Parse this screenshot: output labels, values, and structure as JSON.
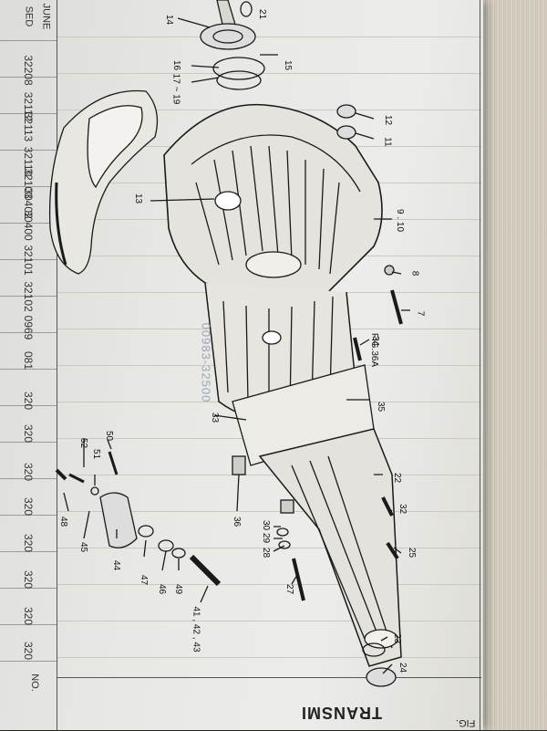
{
  "page": {
    "title": "TRANSMI",
    "fig_tag": "FIG.",
    "top_corner": "JUNE",
    "left_header_1": "SED",
    "left_header_2": "NO.",
    "stamp": "00983-32500",
    "fig_note": "FIG.36A"
  },
  "part_codes": [
    "32208",
    "32112",
    "32113",
    "32110",
    "32103",
    "30402",
    "30400",
    "32101",
    "32102",
    "0969",
    "081",
    "320",
    "320",
    "320",
    "320",
    "320",
    "320",
    "320",
    "320"
  ],
  "callouts": {
    "c21": "21",
    "c14": "14",
    "c15": "15",
    "c16": "16",
    "c17": "17 ~ 19",
    "c12": "12",
    "c11": "11",
    "c13": "13",
    "c9": "9 . 10",
    "c8": "8",
    "c7": "7",
    "c34": "34",
    "c35": "35",
    "c33": "33",
    "c22": "22",
    "c50": "50",
    "c51": "51",
    "c52": "52",
    "c48": "48",
    "c45": "45",
    "c36": "36",
    "c30": "30",
    "c29": "29",
    "c28": "28",
    "c32": "32",
    "c25": "25",
    "c44": "44",
    "c47": "47",
    "c46": "46",
    "c49": "49",
    "c27": "27",
    "c41": "41 , 42 , 43",
    "c23": "23",
    "c24": "24"
  }
}
